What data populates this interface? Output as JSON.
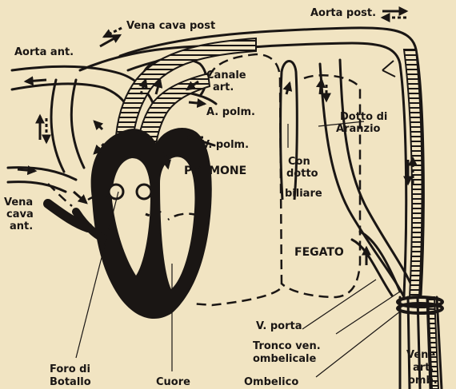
{
  "labels": {
    "vena_cava_post": "Vena cava post",
    "aorta_post": "Aorta post.",
    "aorta_ant": "Aorta ant.",
    "canale_art_1": "Canale",
    "canale_art_2": "art.",
    "a_polm": "A. polm.",
    "v_polm": "V. polm.",
    "polmone": "POLMONE",
    "dotto_aranzio_1": "Dotto di",
    "dotto_aranzio_2": "Aranzio",
    "condotto_1": "Con",
    "condotto_2": "dotto",
    "condotto_3": "biliare",
    "vena_cava_ant_1": "Vena",
    "vena_cava_ant_2": "cava",
    "vena_cava_ant_3": "ant.",
    "fegato": "FEGATO",
    "v_porta": "V. porta",
    "tronco_1": "Tronco ven.",
    "tronco_2": "ombelicale",
    "ombelico": "Ombelico",
    "foro_1": "Foro di",
    "foro_2": "Botallo",
    "cuore": "Cuore",
    "vene_1": "Vene",
    "vene_2": "art.",
    "vene_3": "omb."
  },
  "colors": {
    "paper": "#f1e4c2",
    "ink": "#1a1614"
  }
}
